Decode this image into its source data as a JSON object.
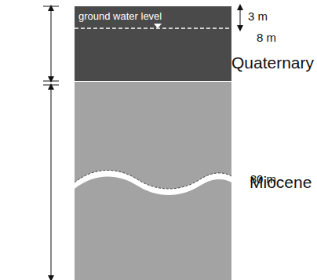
{
  "diagram": {
    "labels": [
      "8 m",
      "ground water level",
      "3 m",
      "Quaternary",
      "80 m",
      "Miocene"
    ]
  }
}
